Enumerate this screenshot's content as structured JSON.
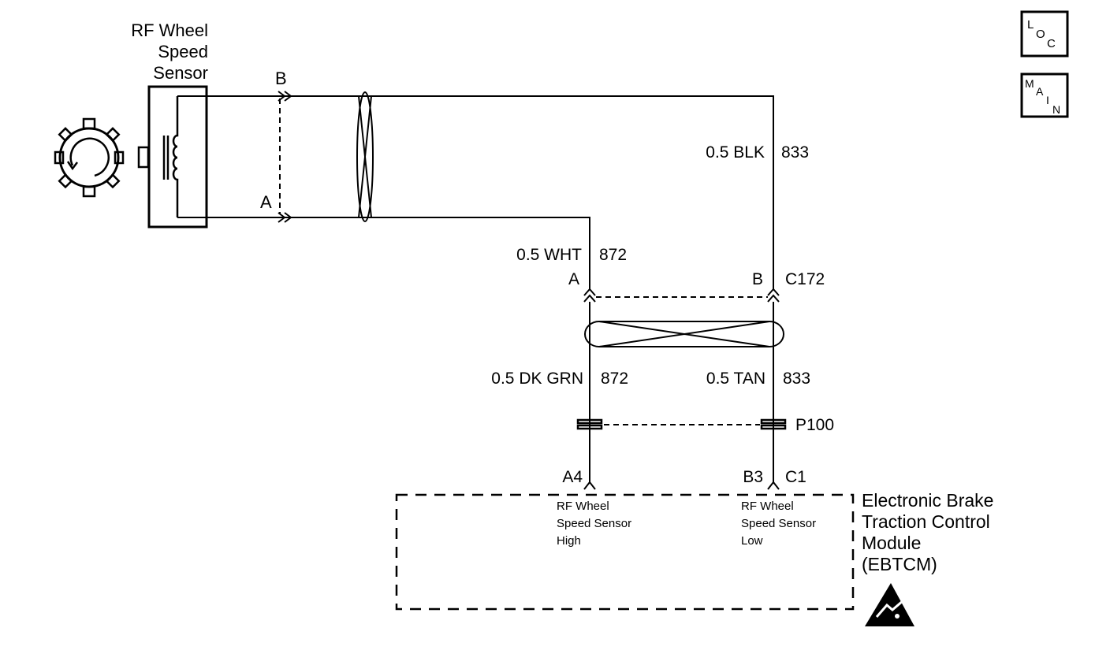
{
  "sensor": {
    "title_line1": "RF Wheel",
    "title_line2": "Speed",
    "title_line3": "Sensor",
    "pin_b": "B",
    "pin_a": "A"
  },
  "wires": {
    "blk_label": "0.5 BLK",
    "blk_circuit": "833",
    "wht_label": "0.5 WHT",
    "wht_circuit": "872",
    "dkgrn_label": "0.5 DK GRN",
    "dkgrn_circuit": "872",
    "tan_label": "0.5 TAN",
    "tan_circuit": "833"
  },
  "connectors": {
    "c172_pin_a": "A",
    "c172_pin_b": "B",
    "c172_name": "C172",
    "p100_name": "P100",
    "ecm_pin_a4": "A4",
    "ecm_pin_b3": "B3",
    "ecm_conn": "C1"
  },
  "module": {
    "high_line1": "RF Wheel",
    "high_line2": "Speed Sensor",
    "high_line3": "High",
    "low_line1": "RF Wheel",
    "low_line2": "Speed Sensor",
    "low_line3": "Low",
    "name_line1": "Electronic Brake",
    "name_line2": "Traction Control",
    "name_line3": "Module",
    "name_line4": "(EBTCM)"
  },
  "nav": {
    "loc_l": "L",
    "loc_o": "O",
    "loc_c": "C",
    "main_m": "M",
    "main_a": "A",
    "main_i": "I",
    "main_n": "N"
  },
  "icons": {
    "tone_wheel": "tone-wheel-icon",
    "coil": "sensor-coil-icon",
    "twist": "twisted-pair-icon",
    "esd": "esd-warning-icon"
  }
}
